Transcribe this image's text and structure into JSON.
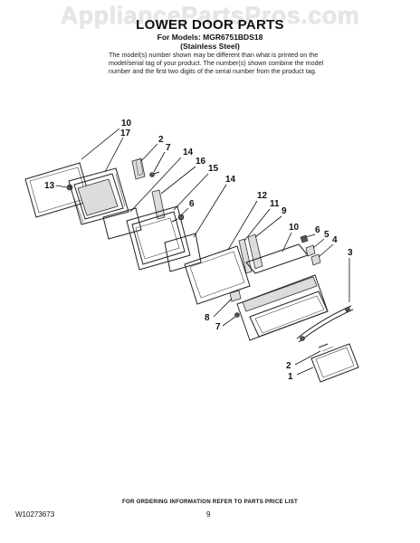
{
  "header": {
    "watermark": "AppliancePartsPros.com",
    "title": "LOWER DOOR PARTS",
    "models_line": "For Models: MGR6751BDS18",
    "finish_line": "(Stainless Steel)",
    "note": "The model(s) number shown may be different than what is printed on the model/serial tag of your product. The number(s) shown combine the model number and the first two digits of the serial number from the product tag."
  },
  "callouts": [
    "10",
    "17",
    "2",
    "7",
    "14",
    "16",
    "15",
    "13",
    "6",
    "14",
    "12",
    "11",
    "9",
    "10",
    "6",
    "5",
    "4",
    "3",
    "8",
    "7",
    "2",
    "1"
  ],
  "footer": {
    "ordering_note": "FOR ORDERING INFORMATION REFER TO PARTS PRICE LIST",
    "doc_number": "W10273673",
    "page_number": "9"
  }
}
